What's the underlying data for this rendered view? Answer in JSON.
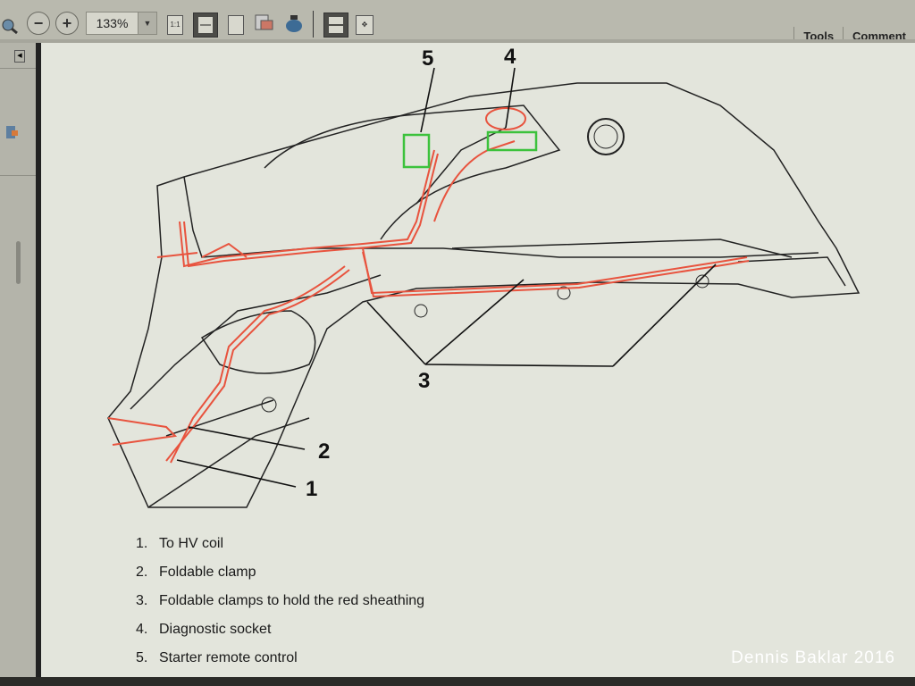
{
  "toolbar": {
    "zoom_value": "133%",
    "actual_size_label": "1:1",
    "tabs": [
      "Tools",
      "Comment"
    ]
  },
  "diagram": {
    "callouts": [
      "1",
      "2",
      "3",
      "4",
      "5"
    ],
    "legend": [
      {
        "num": "1.",
        "text": "To HV coil"
      },
      {
        "num": "2.",
        "text": "Foldable clamp"
      },
      {
        "num": "3.",
        "text": "Foldable clamps to hold the red sheathing"
      },
      {
        "num": "4.",
        "text": "Diagnostic socket"
      },
      {
        "num": "5.",
        "text": "Starter remote control"
      }
    ],
    "colors": {
      "harness": "#e8533e",
      "component": "#3cc23c",
      "outline": "#222222"
    }
  },
  "watermark": "Dennis Baklar 2016"
}
